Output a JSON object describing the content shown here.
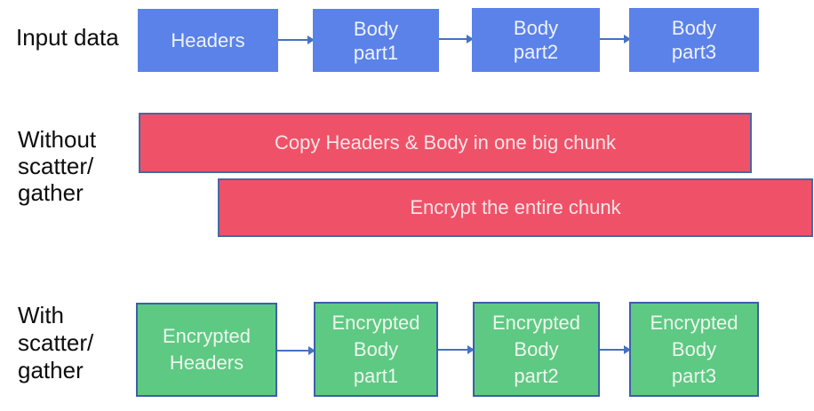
{
  "palette": {
    "blue": "#5b82e8",
    "blue_text": "#edf2fe",
    "red": "#ef5268",
    "red_border": "#4a66a5",
    "red_text": "#fbe4e7",
    "green": "#5ec983",
    "green_border": "#3b5fa8",
    "green_text": "#edf7ee",
    "arrow": "#4472c4"
  },
  "rows": {
    "input": {
      "label": "Input data",
      "boxes": [
        {
          "label": "Headers"
        },
        {
          "label": "Body\npart1"
        },
        {
          "label": "Body\npart2"
        },
        {
          "label": "Body\npart3"
        }
      ]
    },
    "without": {
      "label": "Without\nscatter/\ngather",
      "steps": [
        {
          "label": "Copy Headers & Body in one big chunk"
        },
        {
          "label": "Encrypt the entire chunk"
        }
      ]
    },
    "with": {
      "label": "With\nscatter/\ngather",
      "boxes": [
        {
          "label": "Encrypted\nHeaders"
        },
        {
          "label": "Encrypted\nBody\npart1"
        },
        {
          "label": "Encrypted\nBody\npart2"
        },
        {
          "label": "Encrypted\nBody\npart3"
        }
      ]
    }
  }
}
